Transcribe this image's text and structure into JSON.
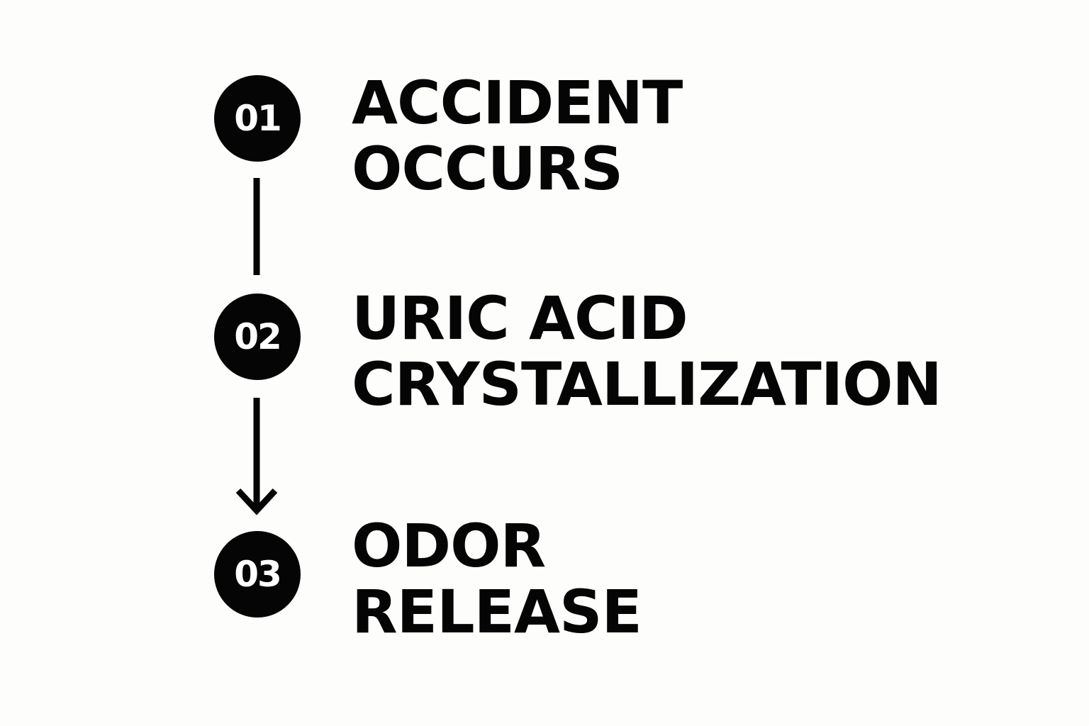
{
  "steps": [
    {
      "number": "01",
      "title_lines": [
        "ACCIDENT",
        "OCCURS"
      ]
    },
    {
      "number": "02",
      "title_lines": [
        "URIC ACID",
        "CRYSTALLIZATION"
      ]
    },
    {
      "number": "03",
      "title_lines": [
        "ODOR",
        "RELEASE"
      ]
    }
  ],
  "colors": {
    "background": "#fdfdfb",
    "ink": "#050505",
    "badge_text": "#ffffff"
  }
}
